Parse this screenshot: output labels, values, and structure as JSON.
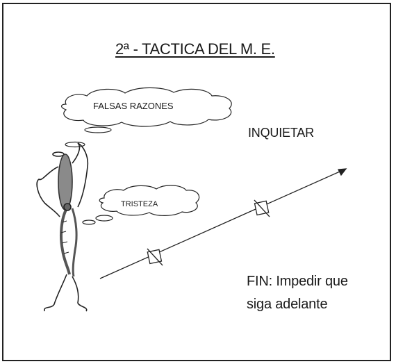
{
  "title": "2ª - TACTICA DEL M. E.",
  "clouds": {
    "thought_1": "FALSAS RAZONES",
    "thought_2": "TRISTEZA"
  },
  "label_top": "INQUIETAR",
  "fin": {
    "line1": "FIN: Impedir que",
    "line2": "siga adelante"
  }
}
